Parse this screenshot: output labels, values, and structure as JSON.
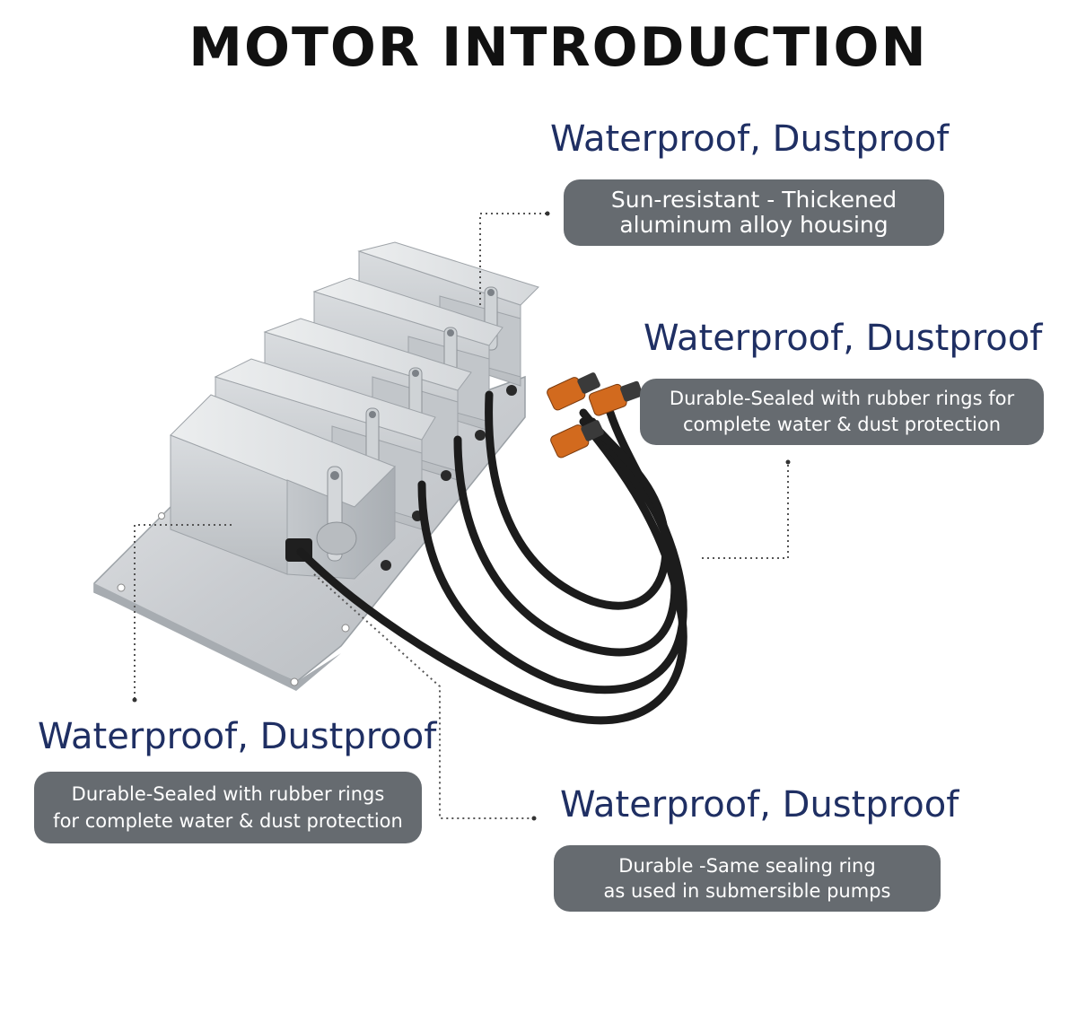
{
  "page_title": "MOTOR INTRODUCTION",
  "callouts": [
    {
      "heading": "Waterproof, Dustproof",
      "lines": [
        "Sun-resistant - Thickened",
        "aluminum alloy housing"
      ]
    },
    {
      "heading": "Waterproof, Dustproof",
      "lines": [
        "Durable-Sealed with rubber rings for",
        "complete water & dust protection"
      ]
    },
    {
      "heading": "Waterproof, Dustproof",
      "lines": [
        "Durable-Sealed with rubber rings",
        "for complete water & dust protection"
      ]
    },
    {
      "heading": "Waterproof, Dustproof",
      "lines": [
        "Durable -Same sealing ring",
        "as used in submersible pumps"
      ]
    }
  ],
  "colors": {
    "heading": "#1f2f63",
    "pill_bg": "#666b70",
    "pill_text": "#ffffff",
    "title": "#111111"
  }
}
